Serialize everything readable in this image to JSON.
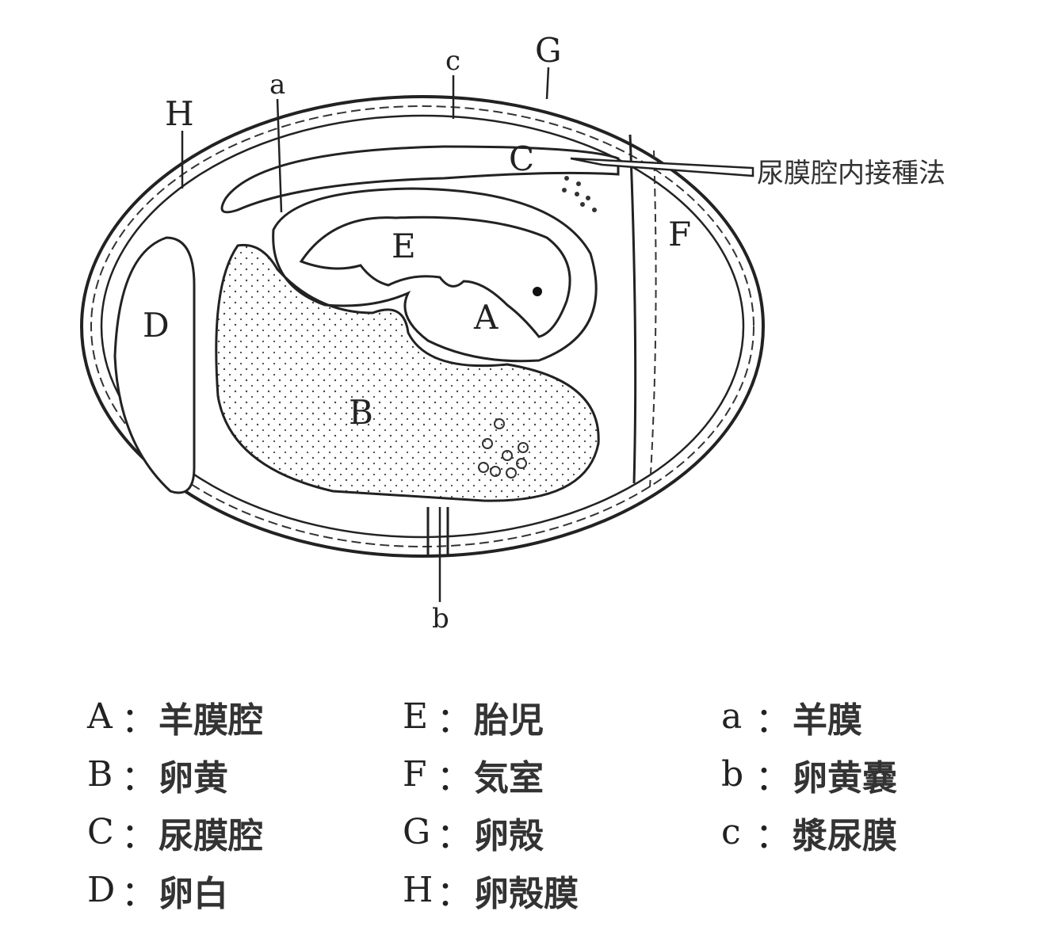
{
  "diagram": {
    "labels": {
      "A": "A",
      "B": "B",
      "C": "C",
      "D": "D",
      "E": "E",
      "F": "F",
      "G": "G",
      "H": "H",
      "a": "a",
      "b": "b",
      "c": "c"
    },
    "annotation": "尿膜腔内接種法"
  },
  "legend": {
    "columns": [
      [
        {
          "key": "A",
          "sep": "：",
          "value": "羊膜腔"
        },
        {
          "key": "B",
          "sep": "：",
          "value": "卵黄"
        },
        {
          "key": "C",
          "sep": "：",
          "value": "尿膜腔"
        },
        {
          "key": "D",
          "sep": "：",
          "value": "卵白"
        }
      ],
      [
        {
          "key": "E",
          "sep": "：",
          "value": "胎児"
        },
        {
          "key": "F",
          "sep": "：",
          "value": "気室"
        },
        {
          "key": "G",
          "sep": "：",
          "value": "卵殻"
        },
        {
          "key": "H",
          "sep": "：",
          "value": "卵殻膜"
        }
      ],
      [
        {
          "key": "a",
          "sep": "：",
          "value": "羊膜"
        },
        {
          "key": "b",
          "sep": "：",
          "value": "卵黄嚢"
        },
        {
          "key": "c",
          "sep": "：",
          "value": "漿尿膜"
        }
      ]
    ]
  }
}
